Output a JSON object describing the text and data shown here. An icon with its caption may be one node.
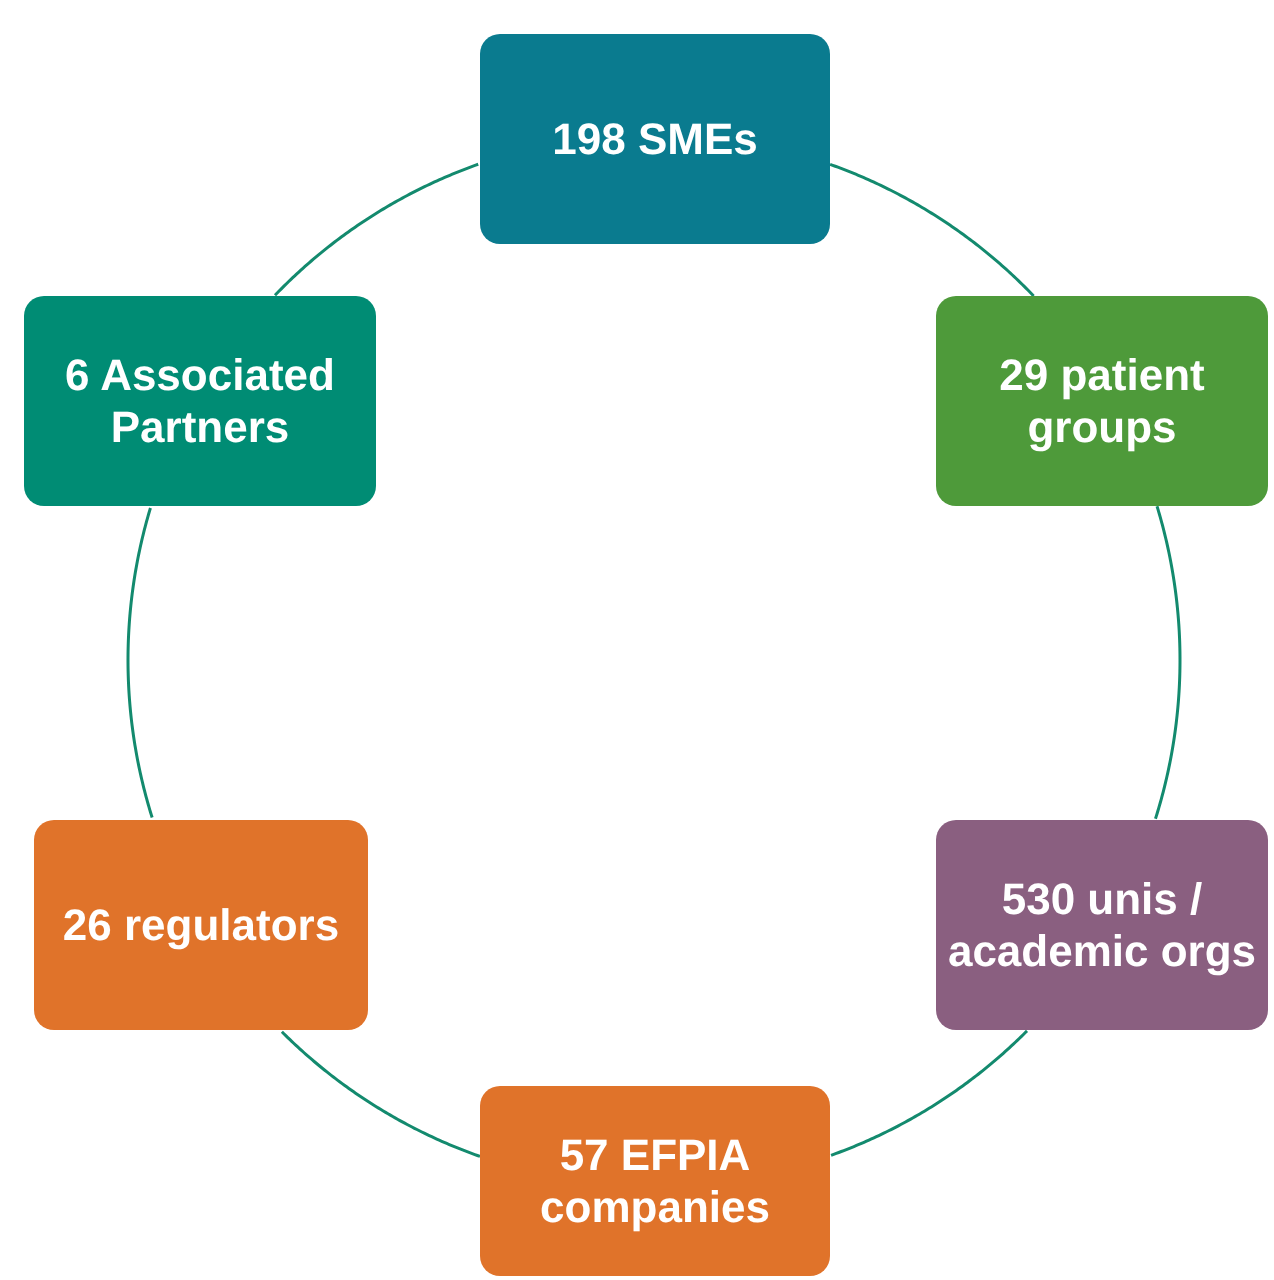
{
  "diagram": {
    "nodes": [
      {
        "text": [
          "198 SMEs"
        ]
      },
      {
        "text": [
          "6 Associated Partners"
        ]
      },
      {
        "text": [
          "29 patient groups"
        ]
      },
      {
        "text": [
          "26 regulators"
        ]
      },
      {
        "text": [
          "530 unis / academic orgs"
        ]
      },
      {
        "text": [
          "57 EFPIA companies"
        ]
      }
    ],
    "edges": [
      {
        "from": 0,
        "to": 2,
        "arrow": "none"
      },
      {
        "from": 2,
        "to": 4,
        "arrow": "none"
      },
      {
        "from": 4,
        "to": 5,
        "arrow": "none"
      },
      {
        "from": 5,
        "to": 3,
        "arrow": "none"
      },
      {
        "from": 3,
        "to": 1,
        "arrow": "none"
      },
      {
        "from": 1,
        "to": 0,
        "arrow": "none"
      }
    ]
  }
}
